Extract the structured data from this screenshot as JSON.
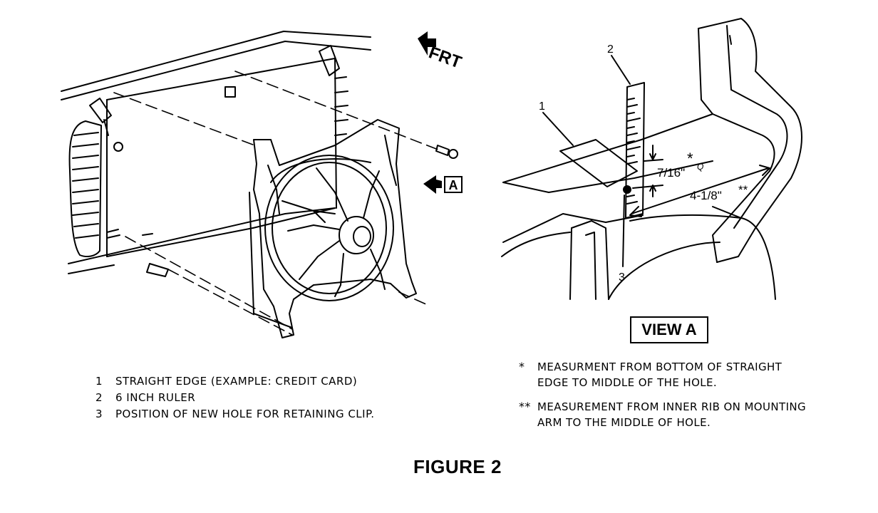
{
  "diagram": {
    "direction_label": "FRT",
    "view_marker": "A",
    "view_title": "VIEW A",
    "callouts": {
      "c1": "1",
      "c2": "2",
      "c3": "3"
    },
    "dimensions": {
      "hole_offset": "7/16\"",
      "hole_offset_mark": "*",
      "hole_offset_q": "Q",
      "rib_offset": "4-1/8\"",
      "rib_offset_mark": "**"
    }
  },
  "legend": [
    {
      "num": "1",
      "text": "STRAIGHT EDGE (EXAMPLE: CREDIT CARD)"
    },
    {
      "num": "2",
      "text": "6 INCH RULER"
    },
    {
      "num": "3",
      "text": "POSITION OF NEW HOLE FOR RETAINING CLIP."
    }
  ],
  "notes": [
    {
      "mark": "*",
      "line1": "MEASURMENT FROM BOTTOM OF STRAIGHT",
      "line2": "EDGE TO MIDDLE OF THE HOLE."
    },
    {
      "mark": "**",
      "line1": "MEASUREMENT FROM INNER RIB ON MOUNTING",
      "line2": "ARM TO THE MIDDLE OF HOLE."
    }
  ],
  "figure_title": "FIGURE 2"
}
